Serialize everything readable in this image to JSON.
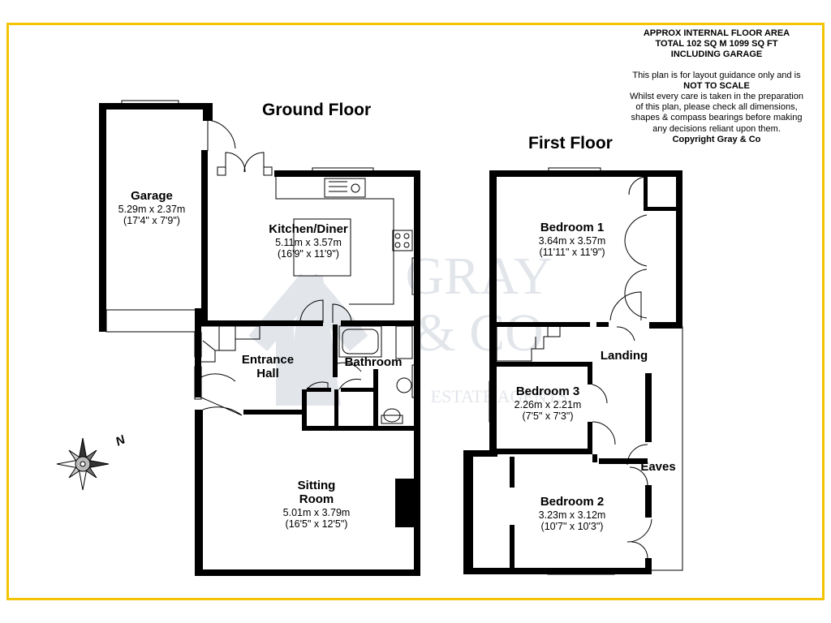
{
  "info": {
    "area_line1": "APPROX INTERNAL FLOOR AREA",
    "area_line2": "TOTAL 102 SQ M 1099 SQ FT",
    "area_line3": "INCLUDING GARAGE",
    "disclaimer1": "This plan is for layout guidance only and is",
    "not_to_scale": "NOT TO SCALE",
    "disclaimer2": "Whilst every care is taken in the preparation",
    "disclaimer3": "of this plan, please check all dimensions,",
    "disclaimer4": "shapes & compass bearings before making",
    "disclaimer5": "any decisions reliant upon them.",
    "copyright": "Copyright Gray & Co"
  },
  "floors": {
    "ground": "Ground Floor",
    "first": "First Floor"
  },
  "rooms": {
    "garage": {
      "name": "Garage",
      "metric": "5.29m x 2.37m",
      "imperial": "(17'4\" x 7'9\")"
    },
    "kitchen": {
      "name": "Kitchen/Diner",
      "metric": "5.11m x 3.57m",
      "imperial": "(16'9\" x 11'9\")"
    },
    "hall": {
      "name1": "Entrance",
      "name2": "Hall"
    },
    "bathroom": {
      "name": "Bathroom"
    },
    "sitting": {
      "name1": "Sitting",
      "name2": "Room",
      "metric": "5.01m x 3.79m",
      "imperial": "(16'5\" x 12'5\")"
    },
    "bedroom1": {
      "name": "Bedroom 1",
      "metric": "3.64m x 3.57m",
      "imperial": "(11'11\" x 11'9\")"
    },
    "landing": {
      "name": "Landing"
    },
    "bedroom3": {
      "name": "Bedroom 3",
      "metric": "2.26m x 2.21m",
      "imperial": "(7'5\" x 7'3\")"
    },
    "eaves": {
      "name": "Eaves"
    },
    "bedroom2": {
      "name": "Bedroom 2",
      "metric": "3.23m x 3.12m",
      "imperial": "(10'7\" x 10'3\")"
    }
  },
  "compass": {
    "north": "N"
  },
  "watermark": {
    "line1": "GRAY",
    "line2": "& CO",
    "line3": "ESTATE AGENTS"
  },
  "colors": {
    "frame": "#f5c400",
    "wall": "#000000",
    "watermark": "#8090a8"
  }
}
